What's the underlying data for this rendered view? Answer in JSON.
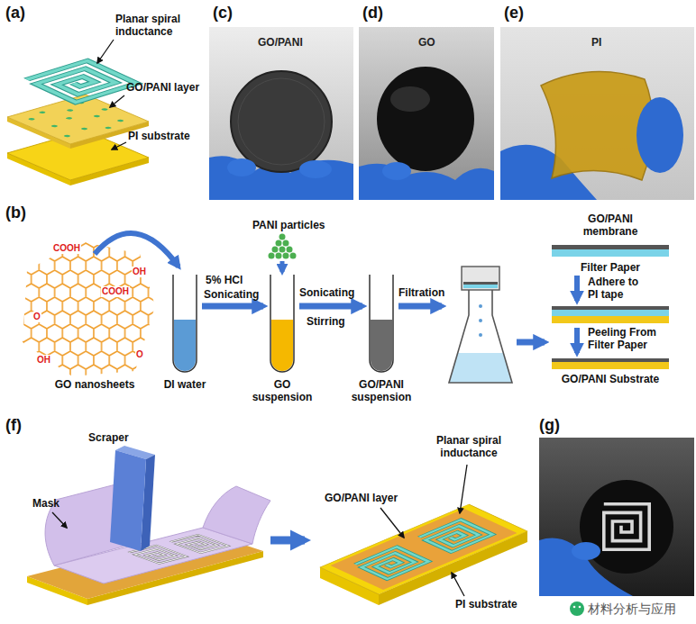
{
  "diagram": {
    "labels": [
      "(a)",
      "Planar spiral inductance",
      "GO/PANI layer",
      "PI substrate",
      "(c)",
      "GO/PANI",
      "(d)",
      "GO",
      "(e)",
      "PI",
      "(b)",
      "COOH",
      "OH",
      "COOH",
      "O",
      "O",
      "OH",
      "PANI particles",
      "5% HCl",
      "Sonicating",
      "Sonicating",
      "Stirring",
      "Filtration",
      "GO/PANI membrane",
      "Filter Paper",
      "Adhere to PI tape",
      "Peeling From Filter Paper",
      "GO/PANI Substrate",
      "GO nanosheets",
      "DI water",
      "GO suspension",
      "GO/PANI suspension",
      "(f)",
      "Scraper",
      "Mask",
      "Planar spiral inductance",
      "GO/PANI layer",
      "PI substrate",
      "(g)",
      "材料分析与应用"
    ]
  }
}
